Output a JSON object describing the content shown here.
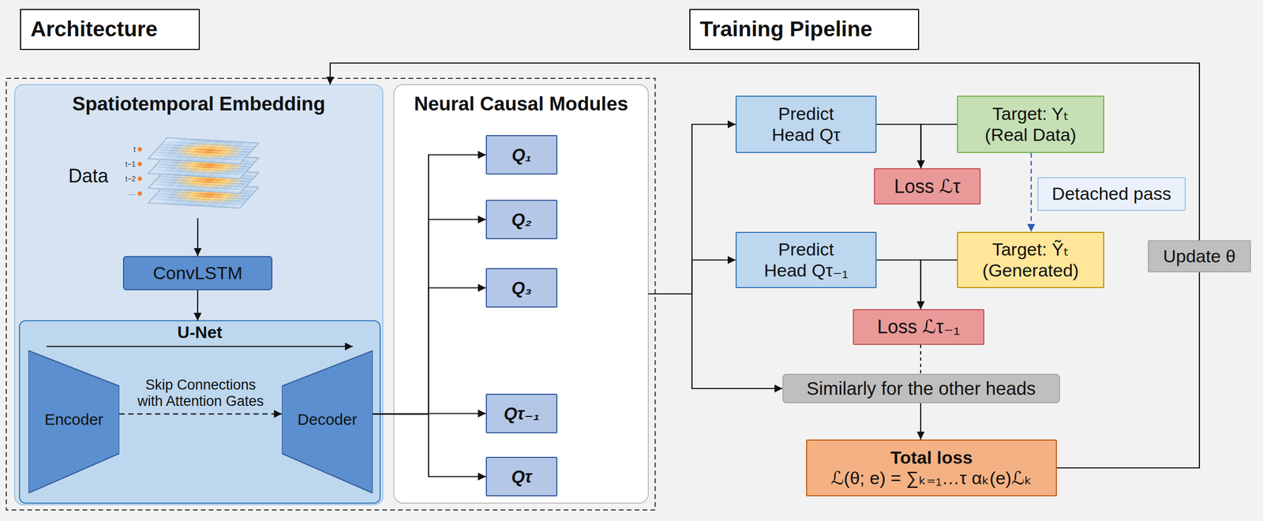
{
  "diagram": {
    "nodes": [
      {
        "text": [
          "Architecture"
        ]
      },
      {
        "text": [
          "Training Pipeline"
        ]
      },
      {
        "text": [
          "Spatiotemporal Embedding"
        ]
      },
      {
        "text": [
          "Data"
        ],
        "in": 2
      },
      {
        "text": [
          "ConvLSTM"
        ],
        "in": 2
      },
      {
        "text": [
          "U-Net"
        ],
        "in": 2
      },
      {
        "text": [
          "Encoder"
        ],
        "in": 5
      },
      {
        "text": [
          "Decoder"
        ],
        "in": 5
      },
      {
        "text": [
          "Neural Causal Modules"
        ]
      },
      {
        "text": [
          "Q₁"
        ],
        "in": 8
      },
      {
        "text": [
          "Q₂"
        ],
        "in": 8
      },
      {
        "text": [
          "Q₃"
        ],
        "in": 8
      },
      {
        "text": [
          "Qτ₋₁"
        ],
        "in": 8
      },
      {
        "text": [
          "Qτ"
        ],
        "in": 8
      },
      {
        "text": [
          "Predict Head Qτ"
        ]
      },
      {
        "text": [
          "Target: Yₜ (Real Data)"
        ]
      },
      {
        "text": [
          "Loss ℒτ"
        ]
      },
      {
        "text": [
          "Detached pass"
        ]
      },
      {
        "text": [
          "Predict Head Qτ₋₁"
        ]
      },
      {
        "text": [
          "Target: Ỹₜ (Generated)"
        ]
      },
      {
        "text": [
          "Update θ"
        ]
      },
      {
        "text": [
          "Loss ℒτ₋₁"
        ]
      },
      {
        "text": [
          "Similarly for the other heads"
        ]
      },
      {
        "text": [
          "Total loss",
          "ℒ(θ; e) = ∑ₖ₌₁…τ αₖ(e)ℒₖ"
        ]
      }
    ],
    "edges": [
      {
        "from": 3,
        "to": 4,
        "arrow": "to"
      },
      {
        "from": 4,
        "to": 5,
        "arrow": "to"
      },
      {
        "from": 6,
        "to": 7,
        "arrow": "to"
      },
      {
        "from": 6,
        "to": 7,
        "label": "Skip Connections with Attention Gates",
        "arrow": "to"
      },
      {
        "from": 7,
        "to": 9,
        "arrow": "to"
      },
      {
        "from": 7,
        "to": 10,
        "arrow": "to"
      },
      {
        "from": 7,
        "to": 11,
        "arrow": "to"
      },
      {
        "from": 7,
        "to": 12,
        "arrow": "to"
      },
      {
        "from": 7,
        "to": 13,
        "arrow": "to"
      },
      {
        "from": 8,
        "to": 14,
        "arrow": "to"
      },
      {
        "from": 8,
        "to": 18,
        "arrow": "to"
      },
      {
        "from": 8,
        "to": 22,
        "arrow": "to"
      },
      {
        "from": 14,
        "to": 16,
        "arrow": "to"
      },
      {
        "from": 15,
        "to": 16,
        "arrow": "to"
      },
      {
        "from": 15,
        "to": 19,
        "arrow": "to"
      },
      {
        "from": 18,
        "to": 21,
        "arrow": "to"
      },
      {
        "from": 19,
        "to": 21,
        "arrow": "to"
      },
      {
        "from": 21,
        "to": 22,
        "arrow": "none"
      },
      {
        "from": 22,
        "to": 23,
        "arrow": "to"
      },
      {
        "from": 23,
        "to": 20,
        "arrow": "none"
      },
      {
        "from": 20,
        "to": 2,
        "arrow": "to"
      }
    ],
    "labels": [
      "t",
      "t−1",
      "t−2",
      "…"
    ]
  }
}
